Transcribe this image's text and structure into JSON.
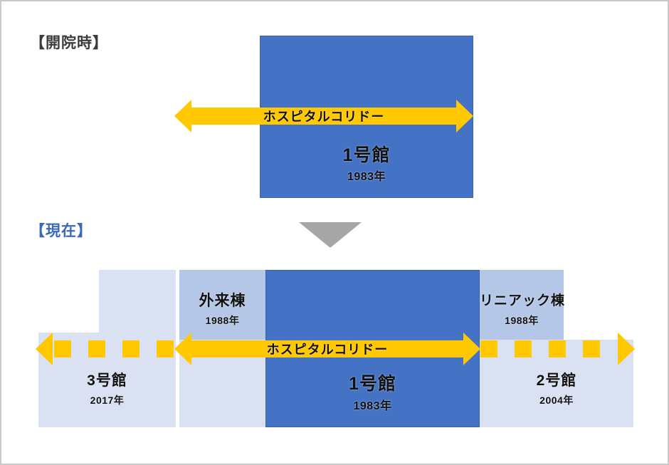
{
  "diagram": {
    "sections": [
      {
        "id": "opening",
        "caption": "【開院時】",
        "color": "#3b3b3b"
      },
      {
        "id": "current",
        "caption": "【現在】",
        "color": "#3b6ab8"
      }
    ],
    "corridor_label": "ホスピタルコリドー",
    "transition_icon": "down-triangle-icon",
    "colors": {
      "dark_blue": "#4472C4",
      "mid_blue": "#B4C7E7",
      "light_blue": "#D9E1F2",
      "arrow_yellow": "#FFC800",
      "triangle_gray": "#A6A6A6",
      "caption_blue": "#3B6AB8"
    },
    "opening": {
      "buildings": [
        {
          "id": "bldg-1-top",
          "name": "1号館",
          "year": "1983年",
          "tone": "dark"
        }
      ]
    },
    "current": {
      "buildings": [
        {
          "id": "bldg-3",
          "name": "3号館",
          "year": "2017年",
          "tone": "light"
        },
        {
          "id": "bldg-outpatient",
          "name": "外来棟",
          "year": "1988年",
          "tone": "mid"
        },
        {
          "id": "bldg-1",
          "name": "1号館",
          "year": "1983年",
          "tone": "dark"
        },
        {
          "id": "bldg-linac",
          "name": "リニアック棟",
          "year": "1988年",
          "tone": "mid"
        },
        {
          "id": "bldg-2",
          "name": "2号館",
          "year": "2004年",
          "tone": "light"
        }
      ]
    }
  }
}
